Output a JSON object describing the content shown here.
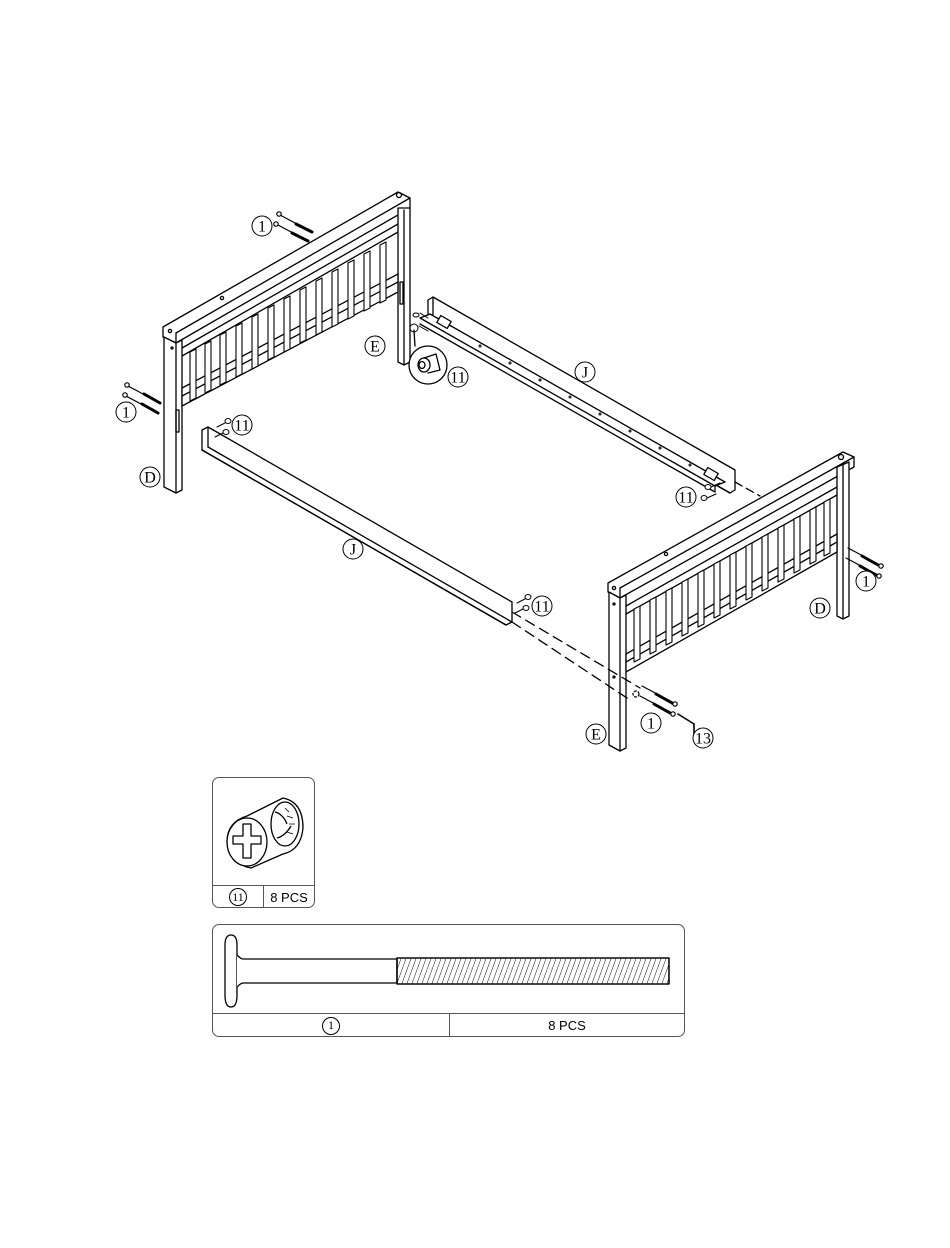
{
  "callouts": {
    "bolt_top": "1",
    "bolt_left": "1",
    "bolt_right": "1",
    "bolt_bottom": "1",
    "cam_back": "11",
    "cam_left": "11",
    "cam_right_back": "11",
    "cam_front": "11",
    "post_d_left": "D",
    "post_d_right": "D",
    "post_e_back": "E",
    "post_e_front": "E",
    "rail_j_back": "J",
    "rail_j_front": "J",
    "wrench": "13"
  },
  "parts_list": [
    {
      "id": "11",
      "qty": "8 PCS"
    },
    {
      "id": "1",
      "qty": "8 PCS"
    }
  ]
}
